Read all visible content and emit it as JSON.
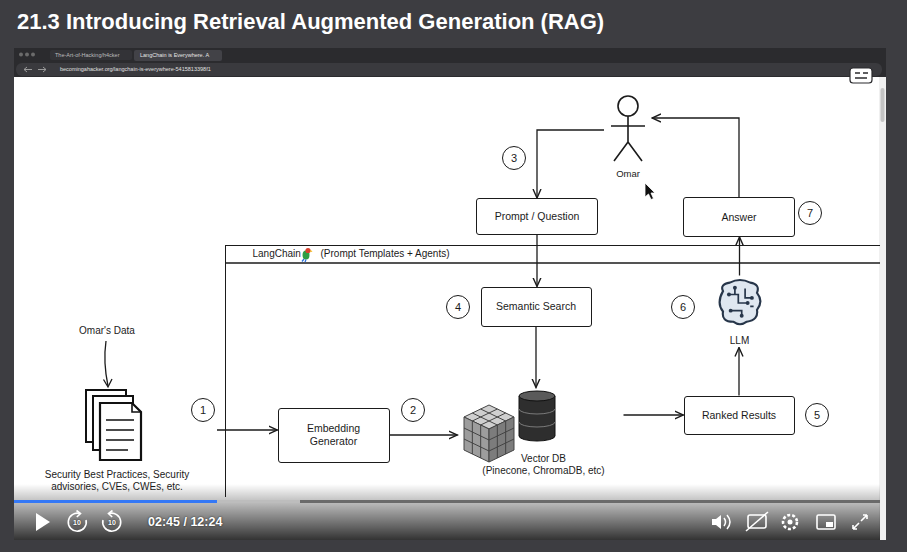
{
  "diagram": {
    "title": "21.3 Introducing Retrieval Augmented Generation (RAG)",
    "nodes": [
      {
        "text": [
          "Omar"
        ]
      },
      {
        "text": [
          "Prompt / Question"
        ]
      },
      {
        "text": [
          "Answer"
        ]
      },
      {
        "text": [
          "LangChain",
          "(Prompt Templates + Agents)"
        ]
      },
      {
        "text": [
          "Semantic Search"
        ],
        "in": 3
      },
      {
        "text": [
          "LLM"
        ],
        "in": 3
      },
      {
        "text": [
          "Security Best Practices, Security advisories, CVEs, CWEs, etc."
        ]
      },
      {
        "text": [
          "Embedding Generator"
        ],
        "in": 3
      },
      {
        "text": [
          "Vector DB",
          "(Pinecone, ChromaDB, etc)"
        ],
        "in": 3
      },
      {
        "text": [
          "Ranked Results"
        ],
        "in": 3
      }
    ],
    "edges": [
      {
        "from": 0,
        "to": 1,
        "arrow": "to"
      },
      {
        "from": 2,
        "to": 0,
        "arrow": "to"
      },
      {
        "from": 1,
        "to": 4,
        "arrow": "to"
      },
      {
        "from": 4,
        "to": 8,
        "arrow": "to"
      },
      {
        "from": 6,
        "to": 7,
        "arrow": "to"
      },
      {
        "from": 7,
        "to": 8,
        "arrow": "to"
      },
      {
        "from": 8,
        "to": 9,
        "arrow": "to"
      },
      {
        "from": 9,
        "to": 5,
        "arrow": "to"
      },
      {
        "from": 5,
        "to": 2,
        "arrow": "to"
      }
    ],
    "labels": [
      "The-Art-of-Hacking/h4cker",
      "LangChain is Everywhere. A",
      "becomingahacker.org/langchain-is-everywhere-5415813398f1",
      "Omar's Data",
      "1",
      "2",
      "3",
      "4",
      "5",
      "6",
      "7",
      "10",
      "10",
      "02:45 / 12:24"
    ]
  }
}
